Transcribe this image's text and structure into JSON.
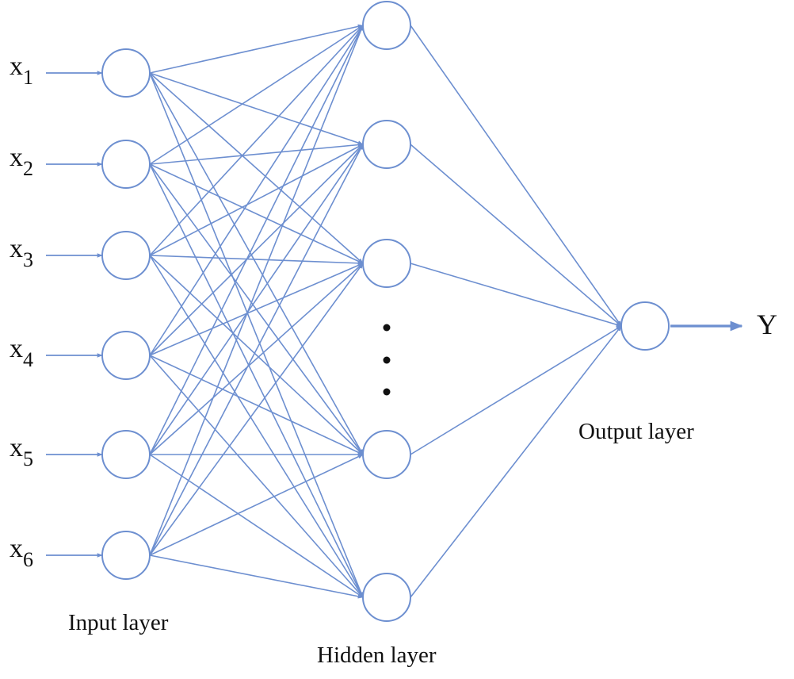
{
  "diagram": {
    "inputs": [
      {
        "base": "x",
        "sub": "1"
      },
      {
        "base": "x",
        "sub": "2"
      },
      {
        "base": "x",
        "sub": "3"
      },
      {
        "base": "x",
        "sub": "4"
      },
      {
        "base": "x",
        "sub": "5"
      },
      {
        "base": "x",
        "sub": "6"
      }
    ],
    "hidden_nodes_shown": 5,
    "ellipsis_dots": 3,
    "output_label": "Y",
    "layer_labels": {
      "input": "Input layer",
      "hidden": "Hidden layer",
      "output": "Output layer"
    },
    "colors": {
      "line": "#6d8fd0",
      "node_fill": "#ffffff",
      "text": "#111111"
    }
  }
}
